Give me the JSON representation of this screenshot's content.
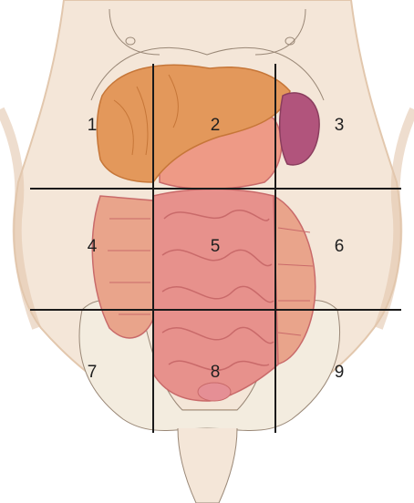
{
  "regions": [
    {
      "label": "1"
    },
    {
      "label": "2"
    },
    {
      "label": "3"
    },
    {
      "label": "4"
    },
    {
      "label": "5"
    },
    {
      "label": "6"
    },
    {
      "label": "7"
    },
    {
      "label": "8"
    },
    {
      "label": "9"
    }
  ],
  "colors": {
    "skin": "#f4e6d8",
    "skin_edge": "#e2c7ad",
    "outline": "#9a8877",
    "liver": "#e3985b",
    "liver_dark": "#c67638",
    "stomach": "#ee9a86",
    "spleen": "#b1547c",
    "intestine": "#e7918c",
    "intestine_dark": "#c96a6a",
    "colon": "#e9a48b",
    "pelvis": "#f3ecdf",
    "grid_line": "#1a1a1a"
  },
  "icons": [
    "abdomen-illustration"
  ]
}
